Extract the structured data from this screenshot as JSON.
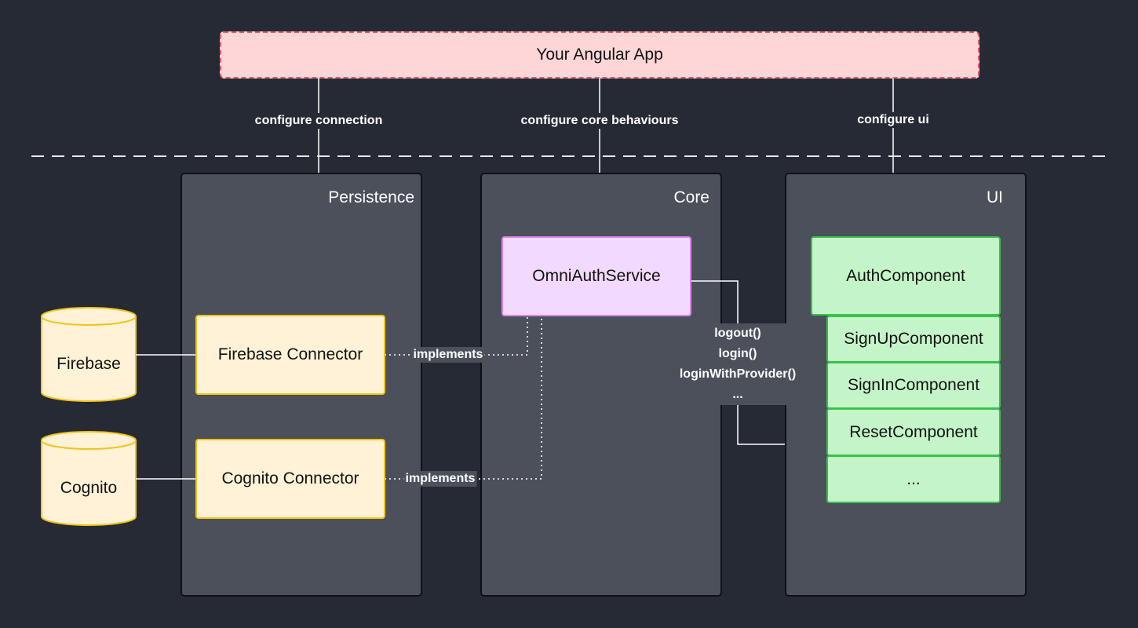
{
  "app": {
    "label": "Your Angular App"
  },
  "config_labels": {
    "connection": "configure connection",
    "core": "configure core behaviours",
    "ui": "configure ui"
  },
  "panels": {
    "persistence": "Persistence",
    "core": "Core",
    "ui": "UI"
  },
  "databases": {
    "firebase": "Firebase",
    "cognito": "Cognito"
  },
  "connectors": {
    "firebase": "Firebase Connector",
    "cognito": "Cognito Connector"
  },
  "service": {
    "label": "OmniAuthService"
  },
  "implements_label": "implements",
  "methods": [
    "logout()",
    "login()",
    "loginWithProvider()",
    "..."
  ],
  "components": {
    "auth": "AuthComponent",
    "signup": "SignUpComponent",
    "signin": "SignInComponent",
    "reset": "ResetComponent",
    "more": "..."
  },
  "colors": {
    "background": "#252a35",
    "panel": "#4b505b",
    "app_fill": "#ffd6d8",
    "app_border": "#e65c68",
    "connector_fill": "#fff2d6",
    "connector_border": "#f2c418",
    "service_fill": "#f2d9ff",
    "service_border": "#d986f0",
    "component_fill": "#c4f5c8",
    "component_border": "#39c24c"
  }
}
